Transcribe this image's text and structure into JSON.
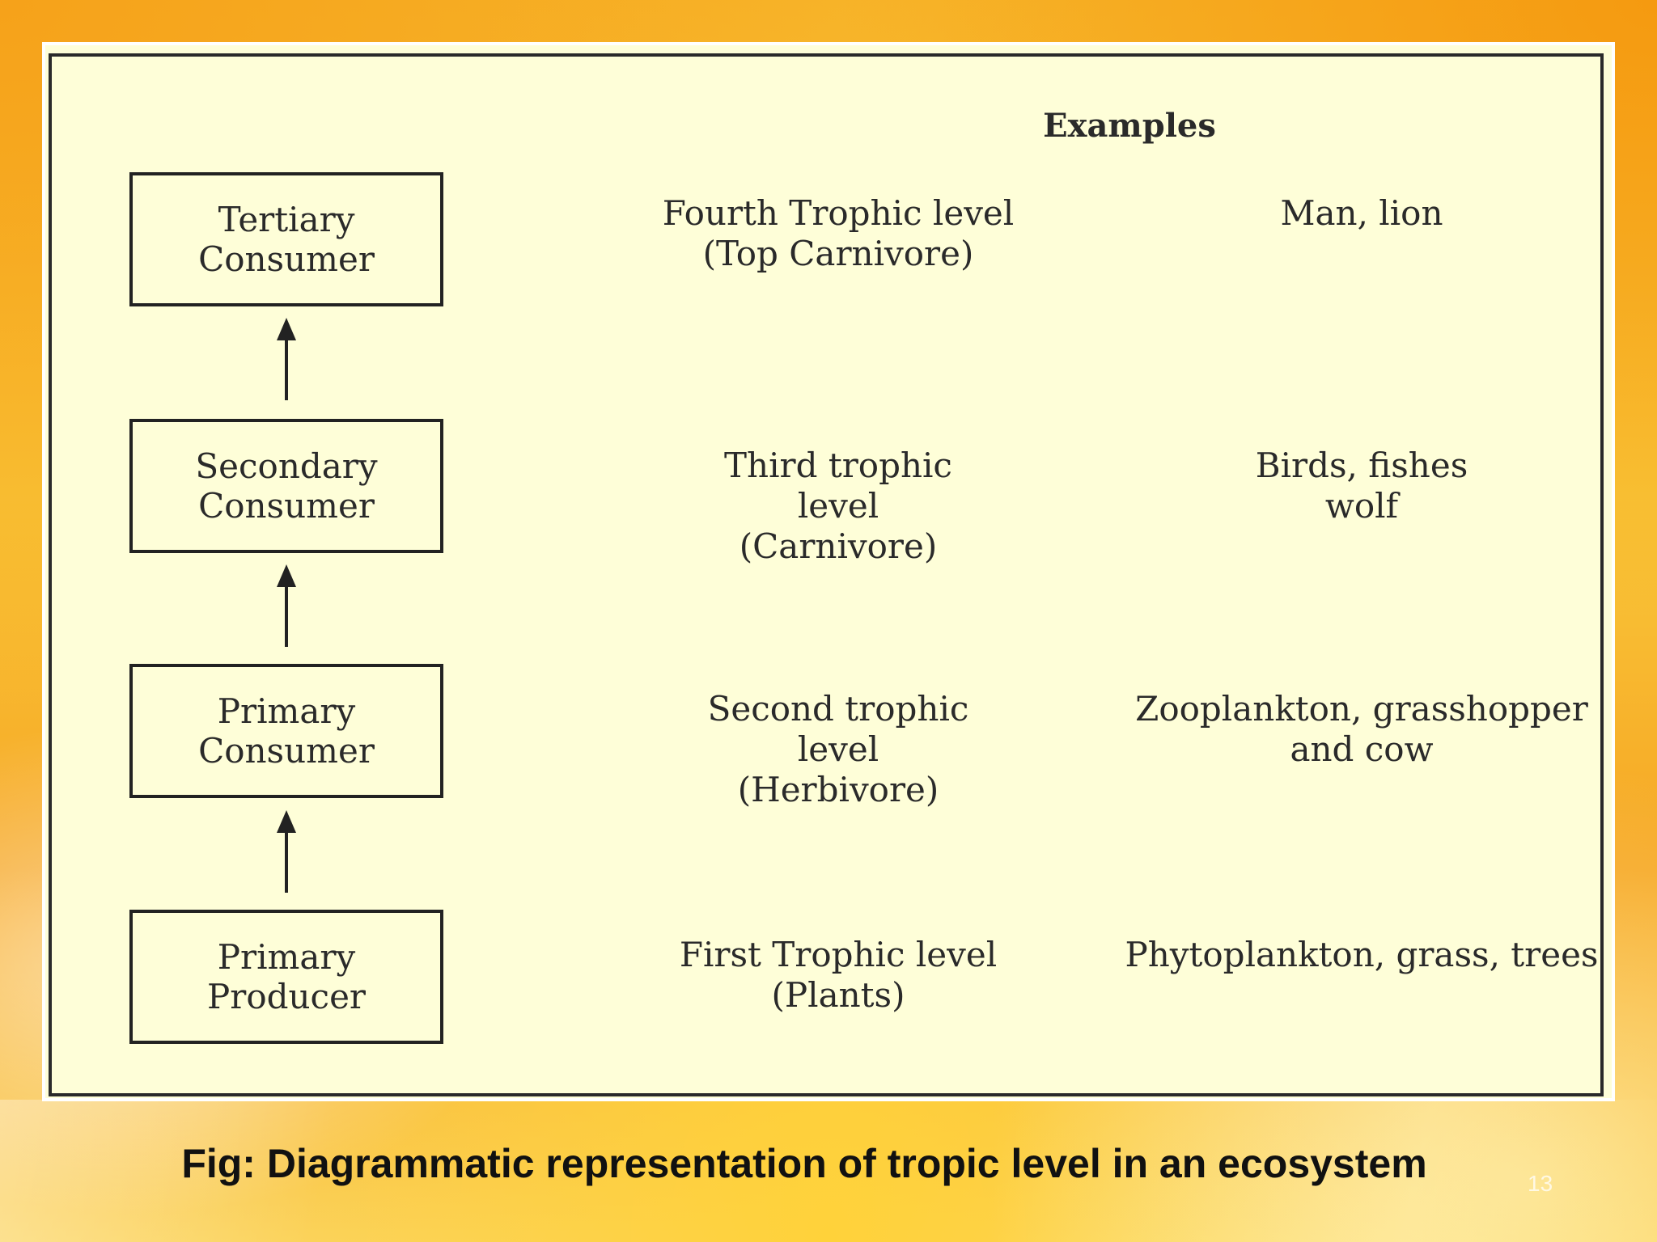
{
  "diagram": {
    "examples_header": "Examples",
    "levels": [
      {
        "box": [
          "Tertiary",
          "Consumer"
        ],
        "trophic": [
          "Fourth Trophic level",
          "(Top Carnivore)"
        ],
        "examples": [
          "Man, lion"
        ]
      },
      {
        "box": [
          "Secondary",
          "Consumer"
        ],
        "trophic": [
          "Third trophic",
          "level",
          "(Carnivore)"
        ],
        "examples": [
          "Birds, fishes",
          "wolf"
        ]
      },
      {
        "box": [
          "Primary",
          "Consumer"
        ],
        "trophic": [
          "Second trophic",
          "level",
          "(Herbivore)"
        ],
        "examples": [
          "Zooplankton, grasshopper",
          "and cow"
        ]
      },
      {
        "box": [
          "Primary",
          "Producer"
        ],
        "trophic": [
          "First Trophic level",
          "(Plants)"
        ],
        "examples": [
          "Phytoplankton, grass, trees"
        ]
      }
    ]
  },
  "caption": "Fig: Diagrammatic representation of tropic level in an ecosystem",
  "page_number": "13",
  "colors": {
    "panel_fill": "#fefed8",
    "ink": "#2a2a2a",
    "background_accent": "#f7b52a"
  }
}
